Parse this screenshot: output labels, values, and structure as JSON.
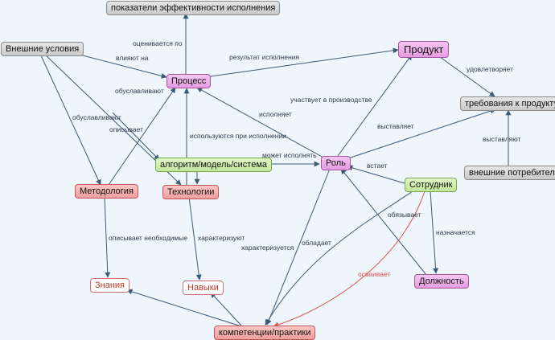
{
  "nodes": {
    "kpi": "показатели эффективности исполнения",
    "ext_conditions": "Внешние условия",
    "process": "Процесс",
    "product": "Продукт",
    "product_req": "требования к продукту",
    "algorithm": "алгоритм/модель/система",
    "role": "Роль",
    "employee": "Сотрудник",
    "ext_consumers": "внешние потребители",
    "methodology": "Методология",
    "technologies": "Технологии",
    "knowledge": "Знания",
    "skills": "Навыки",
    "position": "Должность",
    "competencies": "компетенции/практики"
  },
  "edge_labels": {
    "evaluated_by": "оценивается по",
    "influence": "влияют на",
    "result": "результат исполнения",
    "satisfies": "удовлетворяет",
    "justifies1": "обуславливают",
    "justifies2": "обуславливают",
    "describes": "описывает",
    "participates": "участвует в производстве",
    "performs": "исполняет",
    "exposes": "выставляет",
    "used_in": "используются при исполнении",
    "can_perform": "может исполнять",
    "becomes": "встает",
    "exposes2": "выставляют",
    "describes_needed": "описывает необходимые",
    "characterize": "характеризуют",
    "characterized": "характеризуется",
    "possesses": "обладает",
    "obliged": "обязывает",
    "assigned": "назначается",
    "masters": "осваивает"
  },
  "colors": {
    "edge": "#3d5a73",
    "edge_highlight": "#d9534f"
  }
}
